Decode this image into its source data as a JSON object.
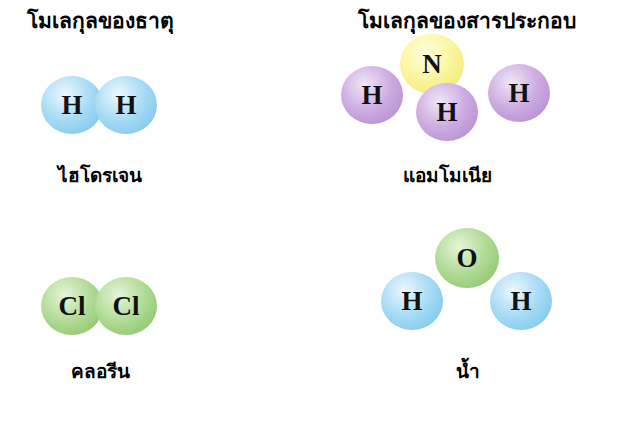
{
  "diagram": {
    "nodes": [
      {
        "text": [
          "H"
        ]
      },
      {
        "text": [
          "H"
        ]
      },
      {
        "text": [
          "N"
        ]
      },
      {
        "text": [
          "H"
        ]
      },
      {
        "text": [
          "H"
        ]
      },
      {
        "text": [
          "H"
        ]
      },
      {
        "text": [
          "Cl"
        ]
      },
      {
        "text": [
          "Cl"
        ]
      },
      {
        "text": [
          "O"
        ]
      },
      {
        "text": [
          "H"
        ]
      },
      {
        "text": [
          "H"
        ]
      }
    ],
    "labels": [
      "โมเลกุลของธาตุ",
      "โมเลกุลของสารประกอบ",
      "ไฮโดรเจน",
      "แอมโมเนีย",
      "คลอรีน",
      "น้ำ"
    ]
  }
}
